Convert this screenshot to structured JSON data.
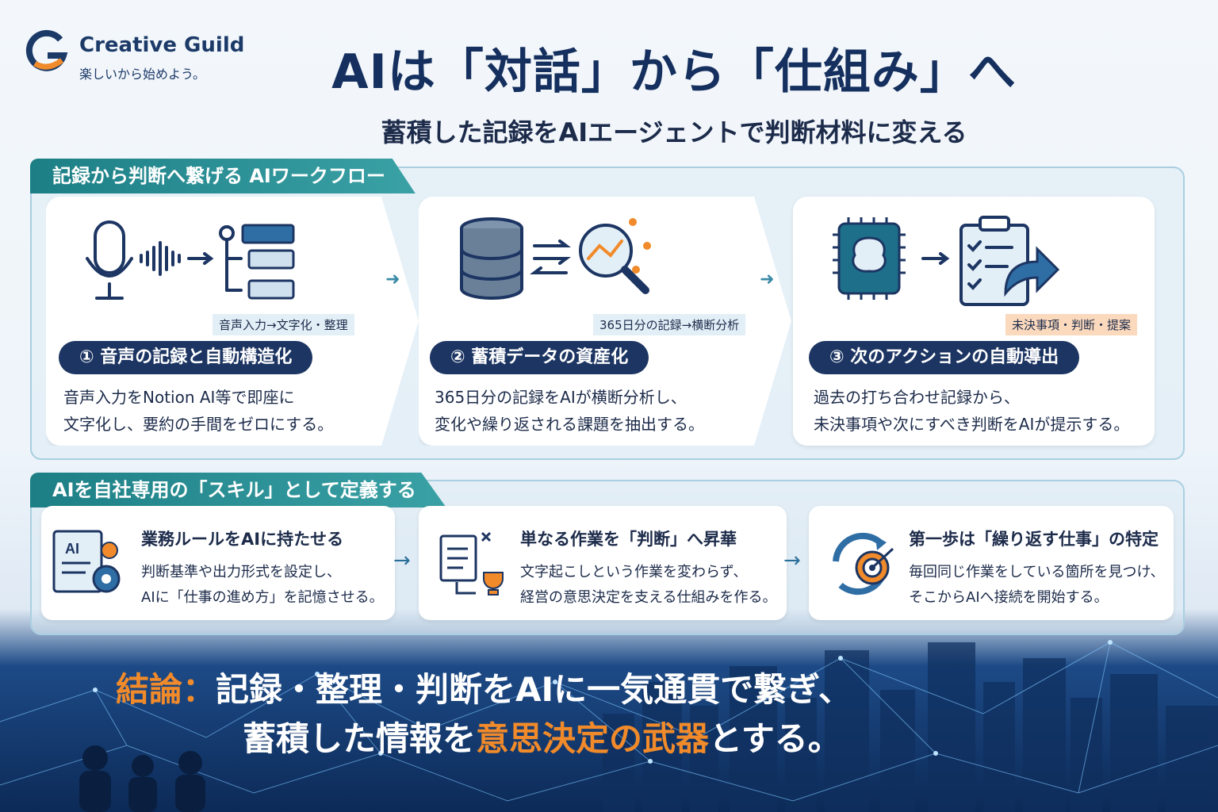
{
  "brand": {
    "name": "Creative Guild",
    "tagline": "楽しいから始めよう。"
  },
  "header": {
    "title": "AIは「対話」から「仕組み」へ",
    "subtitle": "蓄積した記録をAIエージェントで判断材料に変える"
  },
  "workflow": {
    "label": "記録から判断へ繋げる AIワークフロー",
    "steps": [
      {
        "icon": "microphone-to-structure-icon",
        "caption": "音声入力→文字化・整理",
        "title": "① 音声の記録と自動構造化",
        "desc1": "音声入力をNotion AI等で即座に",
        "desc2": "文字化し、要約の手間をゼロにする。"
      },
      {
        "icon": "database-analysis-icon",
        "caption": "365日分の記録→横断分析",
        "title": "② 蓄積データの資産化",
        "desc1": "365日分の記録をAIが横断分析し、",
        "desc2": "変化や繰り返される課題を抽出する。"
      },
      {
        "icon": "ai-chip-checklist-icon",
        "caption": "未決事項・判断・提案",
        "title": "③ 次のアクションの自動導出",
        "desc1": "過去の打ち合わせ記録から、",
        "desc2": "未決事項や次にすべき判断をAIが提示する。"
      }
    ]
  },
  "skills": {
    "label": "AIを自社専用の「スキル」として定義する",
    "cards": [
      {
        "icon": "ai-book-gear-icon",
        "title": "業務ルールをAIに持たせる",
        "desc1": "判断基準や出力形式を設定し、",
        "desc2": "AIに「仕事の進め方」を記憶させる。"
      },
      {
        "icon": "document-trophy-icon",
        "title": "単なる作業を「判断」へ昇華",
        "desc1": "文字起こしという作業を変わらず、",
        "desc2": "経営の意思決定を支える仕組みを作る。"
      },
      {
        "icon": "cycle-target-icon",
        "title": "第一歩は「繰り返す仕事」の特定",
        "desc1": "毎回同じ作業をしている箇所を見つけ、",
        "desc2": "そこからAIへ接続を開始する。"
      }
    ]
  },
  "conclusion": {
    "label": "結論：",
    "line1": "記録・整理・判断をAIに一気通貫で繋ぎ、",
    "line2_pre": "蓄積した情報を",
    "line2_em": "意思決定の武器",
    "line2_post": "とする。"
  },
  "colors": {
    "navy": "#1c3562",
    "teal": "#1d7f86",
    "orange": "#f08a2a",
    "peach": "#fbd9bd"
  }
}
